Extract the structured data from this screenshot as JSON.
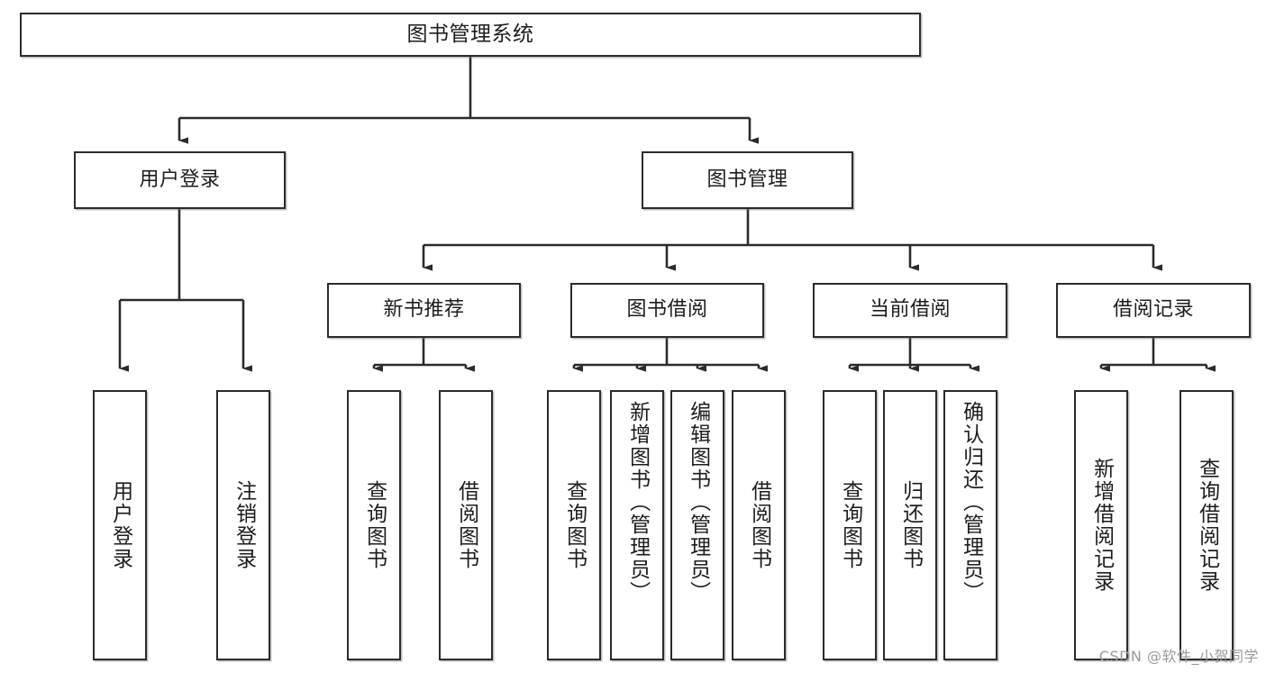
{
  "diagram": {
    "type": "tree",
    "orientation": "top-down",
    "title": "图书管理系统",
    "colors": {
      "box_stroke": "#2b2b2b",
      "box_fill": "#ffffff",
      "line": "#2b2b2b",
      "text": "#1d1d1d",
      "watermark": "#9a9a9a",
      "background": "#ffffff"
    },
    "nodes": {
      "root": {
        "label": "图书管理系统"
      },
      "level2": [
        {
          "id": "user-login",
          "label": "用户登录"
        },
        {
          "id": "book-manage",
          "label": "图书管理"
        }
      ],
      "level3": [
        {
          "id": "new-book-rec",
          "label": "新书推荐"
        },
        {
          "id": "book-borrow",
          "label": "图书借阅"
        },
        {
          "id": "current-borrow",
          "label": "当前借阅"
        },
        {
          "id": "borrow-record",
          "label": "借阅记录"
        }
      ],
      "leaves": {
        "user-login": [
          {
            "id": "leaf-user-login",
            "label": "用户登录"
          },
          {
            "id": "leaf-logout",
            "label": "注销登录"
          }
        ],
        "new-book-rec": [
          {
            "id": "leaf-query-book-1",
            "label": "查询图书"
          },
          {
            "id": "leaf-borrow-book-1",
            "label": "借阅图书"
          }
        ],
        "book-borrow": [
          {
            "id": "leaf-query-book-2",
            "label": "查询图书"
          },
          {
            "id": "leaf-add-book",
            "label": "新增图书（管理员）"
          },
          {
            "id": "leaf-edit-book",
            "label": "编辑图书（管理员）"
          },
          {
            "id": "leaf-borrow-book-2",
            "label": "借阅图书"
          }
        ],
        "current-borrow": [
          {
            "id": "leaf-query-book-3",
            "label": "查询图书"
          },
          {
            "id": "leaf-return-book",
            "label": "归还图书"
          },
          {
            "id": "leaf-confirm-return",
            "label": "确认归还（管理员）"
          }
        ],
        "borrow-record": [
          {
            "id": "leaf-add-record",
            "label": "新增借阅记录"
          },
          {
            "id": "leaf-query-record",
            "label": "查询借阅记录"
          }
        ]
      }
    },
    "edges": [
      {
        "from": "root",
        "to": "user-login"
      },
      {
        "from": "root",
        "to": "book-manage"
      },
      {
        "from": "book-manage",
        "to": "new-book-rec"
      },
      {
        "from": "book-manage",
        "to": "book-borrow"
      },
      {
        "from": "book-manage",
        "to": "current-borrow"
      },
      {
        "from": "book-manage",
        "to": "borrow-record"
      },
      {
        "from": "user-login",
        "to": "leaf-user-login"
      },
      {
        "from": "user-login",
        "to": "leaf-logout"
      },
      {
        "from": "new-book-rec",
        "to": "leaf-query-book-1"
      },
      {
        "from": "new-book-rec",
        "to": "leaf-borrow-book-1"
      },
      {
        "from": "book-borrow",
        "to": "leaf-query-book-2"
      },
      {
        "from": "book-borrow",
        "to": "leaf-add-book"
      },
      {
        "from": "book-borrow",
        "to": "leaf-edit-book"
      },
      {
        "from": "book-borrow",
        "to": "leaf-borrow-book-2"
      },
      {
        "from": "current-borrow",
        "to": "leaf-query-book-3"
      },
      {
        "from": "current-borrow",
        "to": "leaf-return-book"
      },
      {
        "from": "current-borrow",
        "to": "leaf-confirm-return"
      },
      {
        "from": "borrow-record",
        "to": "leaf-add-record"
      },
      {
        "from": "borrow-record",
        "to": "leaf-query-record"
      }
    ]
  },
  "watermark": {
    "text": "CSDN @软件_小贺同学"
  }
}
